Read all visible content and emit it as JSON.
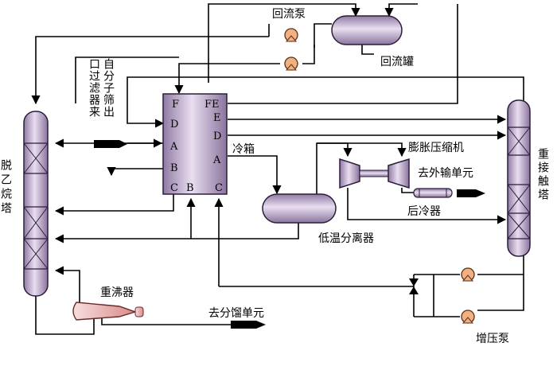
{
  "diagram": {
    "labels": {
      "reflux_pump": "回流泵",
      "reflux_drum": "回流罐",
      "mol_sieve_line1": "自分子筛出",
      "mol_sieve_line2": "口过滤器来",
      "cold_box": "冷箱",
      "expander": "膨胀压缩机",
      "export": "去外输单元",
      "aftercooler": "后冷器",
      "heavy_tower": "重接触塔",
      "deethanizer": "脱乙烷塔",
      "reboiler": "重沸器",
      "fractionation": "去分馏单元",
      "low_temp_sep": "低温分离器",
      "booster_pump": "增压泵"
    },
    "cold_box_passes": {
      "left_column": [
        "F",
        "D",
        "A",
        "B",
        "C"
      ],
      "right_column": [
        "FE",
        "E",
        "D",
        "A",
        "C"
      ],
      "bottom_mid": "B"
    }
  },
  "colors": {
    "vessel_fill": "#c8b4d4",
    "vessel_stroke": "#2b1d3a",
    "line": "#000000",
    "pump_fill": "#f2b183",
    "reboiler_fill": "#f3c1c1"
  }
}
